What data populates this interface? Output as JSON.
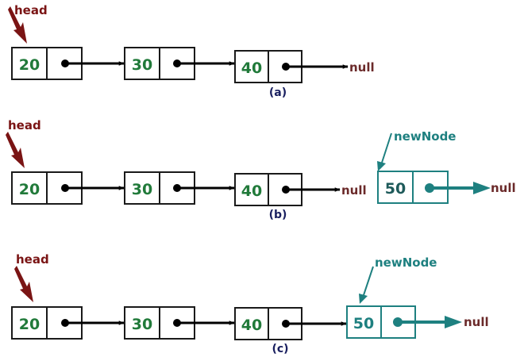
{
  "colors": {
    "node_border": "#1a1a1a",
    "value_text": "#217a3a",
    "new_node": "#1e8080",
    "head": "#7a1414",
    "null_text": "#6b2a2a",
    "caption": "#1a2060"
  },
  "head_label": "head",
  "new_node_label": "newNode",
  "null_label": "null",
  "panels": [
    {
      "caption": "(a)",
      "nodes": [
        "20",
        "30",
        "40"
      ]
    },
    {
      "caption": "(b)",
      "nodes": [
        "20",
        "30",
        "40"
      ],
      "new_node": "50"
    },
    {
      "caption": "(c)",
      "nodes": [
        "20",
        "30",
        "40"
      ],
      "new_node": "50"
    }
  ]
}
